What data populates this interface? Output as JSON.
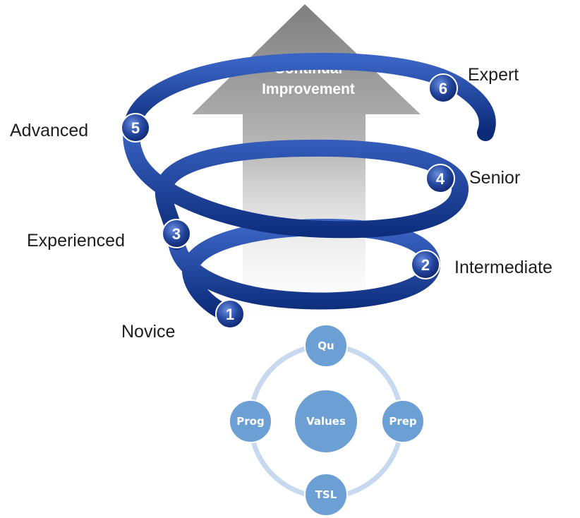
{
  "arrow": {
    "line1": "Continual",
    "line2": "Improvement"
  },
  "stages": [
    {
      "number": "1",
      "label": "Novice"
    },
    {
      "number": "2",
      "label": "Intermediate"
    },
    {
      "number": "3",
      "label": "Experienced"
    },
    {
      "number": "4",
      "label": "Senior"
    },
    {
      "number": "5",
      "label": "Advanced"
    },
    {
      "number": "6",
      "label": "Expert"
    }
  ],
  "cycle": {
    "center": "Values",
    "top": "Qu",
    "right": "Prep",
    "bottom": "TSL",
    "left": "Prog"
  },
  "colors": {
    "spiral_dark": "#0b2a78",
    "spiral_mid": "#1f4aa8",
    "spiral_light": "#5b84d6",
    "arrow_gray": "#8a8a8a",
    "node_fill": "#6c9fd3",
    "ring": "#c6d9ee"
  }
}
